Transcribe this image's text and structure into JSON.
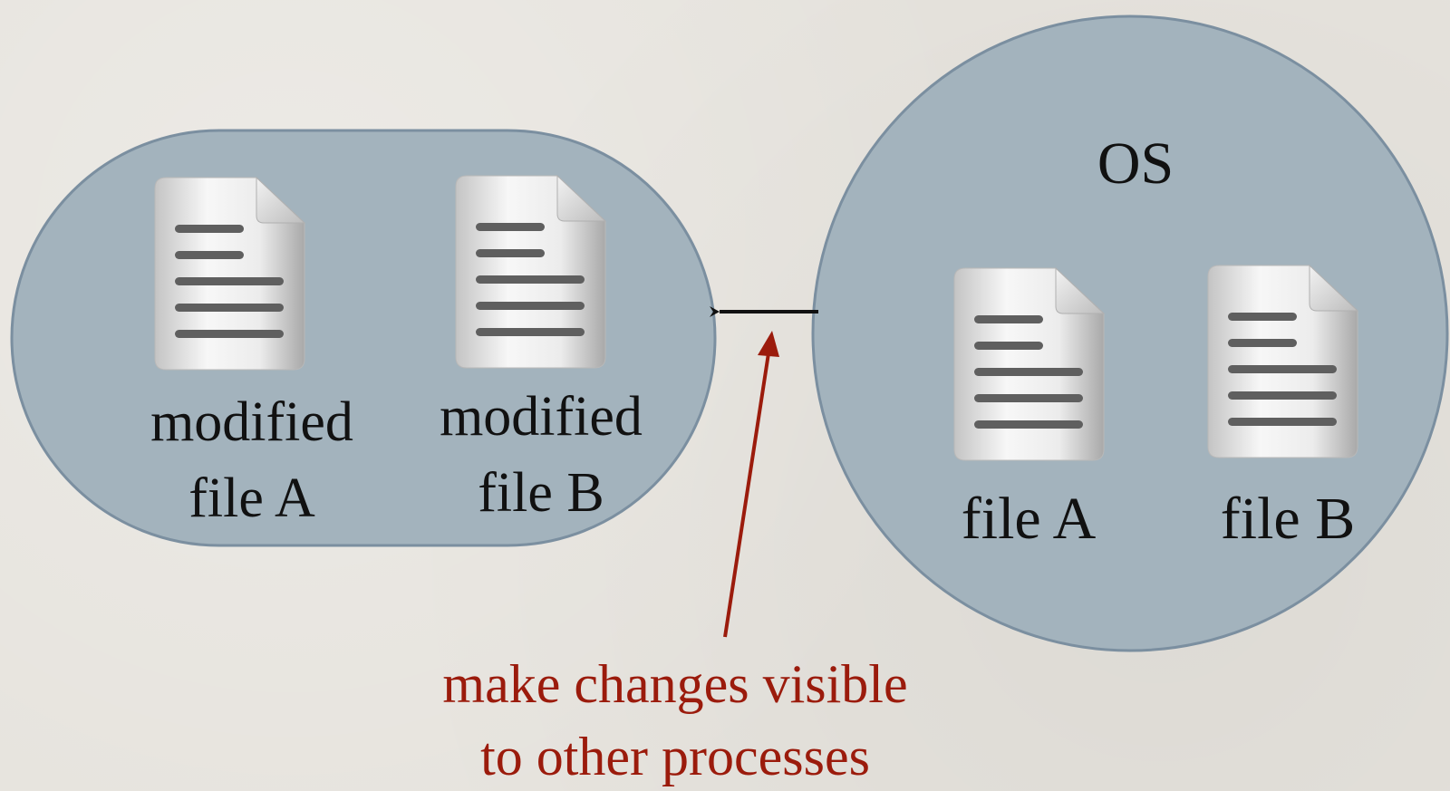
{
  "colors": {
    "background": "#e6e3dd",
    "container_fill": "#a3b3bd",
    "container_stroke": "#7b8fa0",
    "arrow_black": "#111111",
    "arrow_red": "#9b1b0c",
    "caption_text": "#9b1b0c"
  },
  "process": {
    "files": [
      {
        "icon": "document-icon",
        "label_line1": "modified",
        "label_line2": "file A"
      },
      {
        "icon": "document-icon",
        "label_line1": "modified",
        "label_line2": "file B"
      }
    ]
  },
  "os": {
    "title": "OS",
    "files": [
      {
        "icon": "document-icon",
        "label": "file A"
      },
      {
        "icon": "document-icon",
        "label": "file B"
      }
    ]
  },
  "caption": {
    "line1": "make changes visible",
    "line2": "to other processes"
  }
}
